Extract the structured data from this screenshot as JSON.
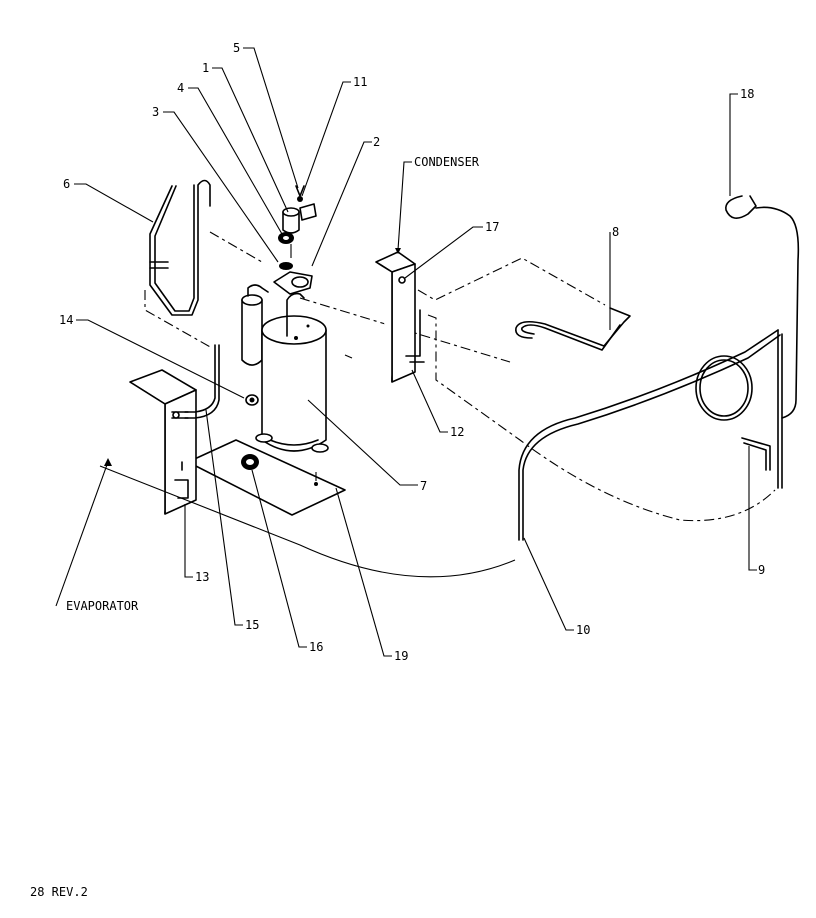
{
  "diagram": {
    "labels": {
      "condenser": "CONDENSER",
      "evaporator": "EVAPORATOR",
      "footer": "28 REV.2"
    },
    "callouts": [
      {
        "id": "1",
        "text": "1"
      },
      {
        "id": "2",
        "text": "2"
      },
      {
        "id": "3",
        "text": "3"
      },
      {
        "id": "4",
        "text": "4"
      },
      {
        "id": "5",
        "text": "5"
      },
      {
        "id": "6",
        "text": "6"
      },
      {
        "id": "7",
        "text": "7"
      },
      {
        "id": "8",
        "text": "8"
      },
      {
        "id": "9",
        "text": "9"
      },
      {
        "id": "10",
        "text": "10"
      },
      {
        "id": "11",
        "text": "11"
      },
      {
        "id": "12",
        "text": "12"
      },
      {
        "id": "13",
        "text": "13"
      },
      {
        "id": "14",
        "text": "14"
      },
      {
        "id": "15",
        "text": "15"
      },
      {
        "id": "16",
        "text": "16"
      },
      {
        "id": "17",
        "text": "17"
      },
      {
        "id": "18",
        "text": "18"
      },
      {
        "id": "19",
        "text": "19"
      }
    ]
  }
}
